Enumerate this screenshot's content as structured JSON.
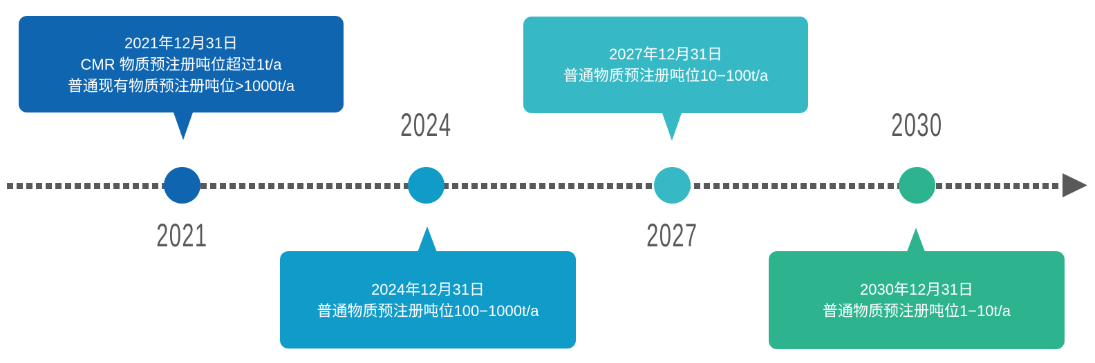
{
  "diagram": {
    "type": "timeline",
    "orientation": "horizontal-left-to-right",
    "axis_style": "dashed-with-right-arrow"
  },
  "colors": {
    "axis": "#58595b",
    "year_label": "#58595b",
    "callout_text": "#ffffff",
    "background": "#ffffff"
  },
  "milestones": [
    {
      "year": "2021",
      "color": "#1065b1",
      "year_label_position": "below-axis",
      "callout_position": "above-axis",
      "lines": [
        "2021年12月31日",
        "CMR 物质预注册吨位超过1t/a",
        "普通现有物质预注册吨位>1000t/a"
      ]
    },
    {
      "year": "2024",
      "color": "#109bc9",
      "year_label_position": "above-axis",
      "callout_position": "below-axis",
      "lines": [
        "2024年12月31日",
        "普通物质预注册吨位100−1000t/a"
      ]
    },
    {
      "year": "2027",
      "color": "#37b8c5",
      "year_label_position": "below-axis",
      "callout_position": "above-axis",
      "lines": [
        "2027年12月31日",
        "普通物质预注册吨位10−100t/a"
      ]
    },
    {
      "year": "2030",
      "color": "#2db38e",
      "year_label_position": "above-axis",
      "callout_position": "below-axis",
      "lines": [
        "2030年12月31日",
        "普通物质预注册吨位1−10t/a"
      ]
    }
  ]
}
